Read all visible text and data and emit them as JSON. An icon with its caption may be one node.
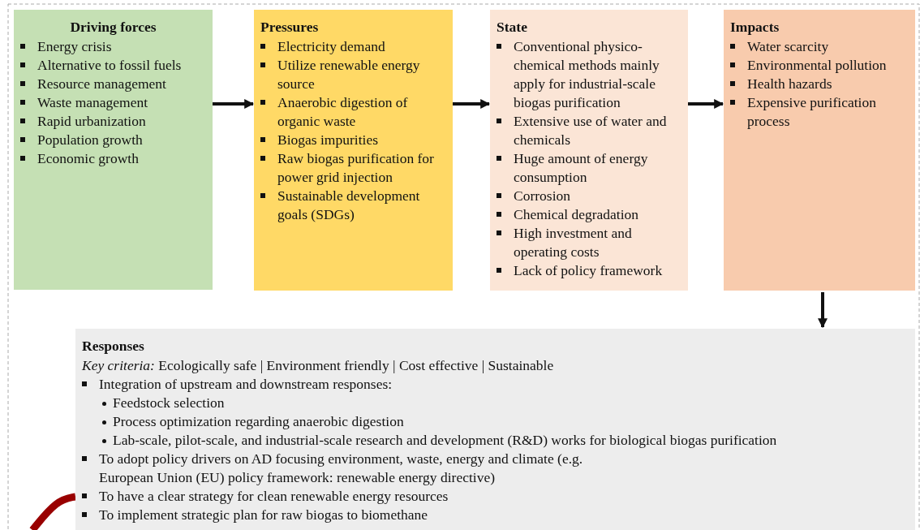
{
  "diagram": {
    "nodes": [
      {
        "text": [
          "Driving forces",
          "Energy crisis",
          "Alternative to fossil fuels",
          "Resource management",
          "Waste management",
          "Rapid urbanization",
          "Population growth",
          "Economic growth"
        ]
      },
      {
        "text": [
          "Pressures",
          "Electricity demand",
          "Utilize renewable energy source",
          "Anaerobic digestion of organic waste",
          "Biogas impurities",
          "Raw biogas purification for power grid injection",
          "Sustainable development goals (SDGs)"
        ]
      },
      {
        "text": [
          "State",
          "Conventional physico-chemical methods mainly apply for industrial-scale biogas purification",
          "Extensive use of water and chemicals",
          "Huge amount of energy consumption",
          "Corrosion",
          "Chemical degradation",
          "High investment and operating costs",
          "Lack of policy framework"
        ]
      },
      {
        "text": [
          "Impacts",
          "Water scarcity",
          "Environmental pollution",
          "Health hazards",
          "Expensive purification process"
        ]
      },
      {
        "text": [
          "Responses",
          "*Key criteria:* Ecologically safe | Environment friendly | Cost effective | Sustainable",
          "Integration of upstream and downstream responses:",
          "Feedstock selection",
          "Process optimization regarding anaerobic digestion",
          "Lab-scale, pilot-scale, and industrial-scale research and development (R&D) works for biological biogas purification",
          "To adopt policy drivers on AD focusing environment, waste, energy and climate (e.g. European Union (EU) policy framework: renewable energy directive)",
          "To have a clear strategy for clean renewable energy resources",
          "To implement strategic plan for raw biogas to biomethane"
        ]
      }
    ],
    "edges": [
      {
        "from": 0,
        "to": 1,
        "arrow": "to"
      },
      {
        "from": 1,
        "to": 2,
        "arrow": "to"
      },
      {
        "from": 2,
        "to": 3,
        "arrow": "to"
      },
      {
        "from": 3,
        "to": 4,
        "arrow": "to"
      },
      {
        "from": 4,
        "to": null,
        "arrow": "none",
        "style": "thick",
        "color": "#990000"
      }
    ]
  }
}
